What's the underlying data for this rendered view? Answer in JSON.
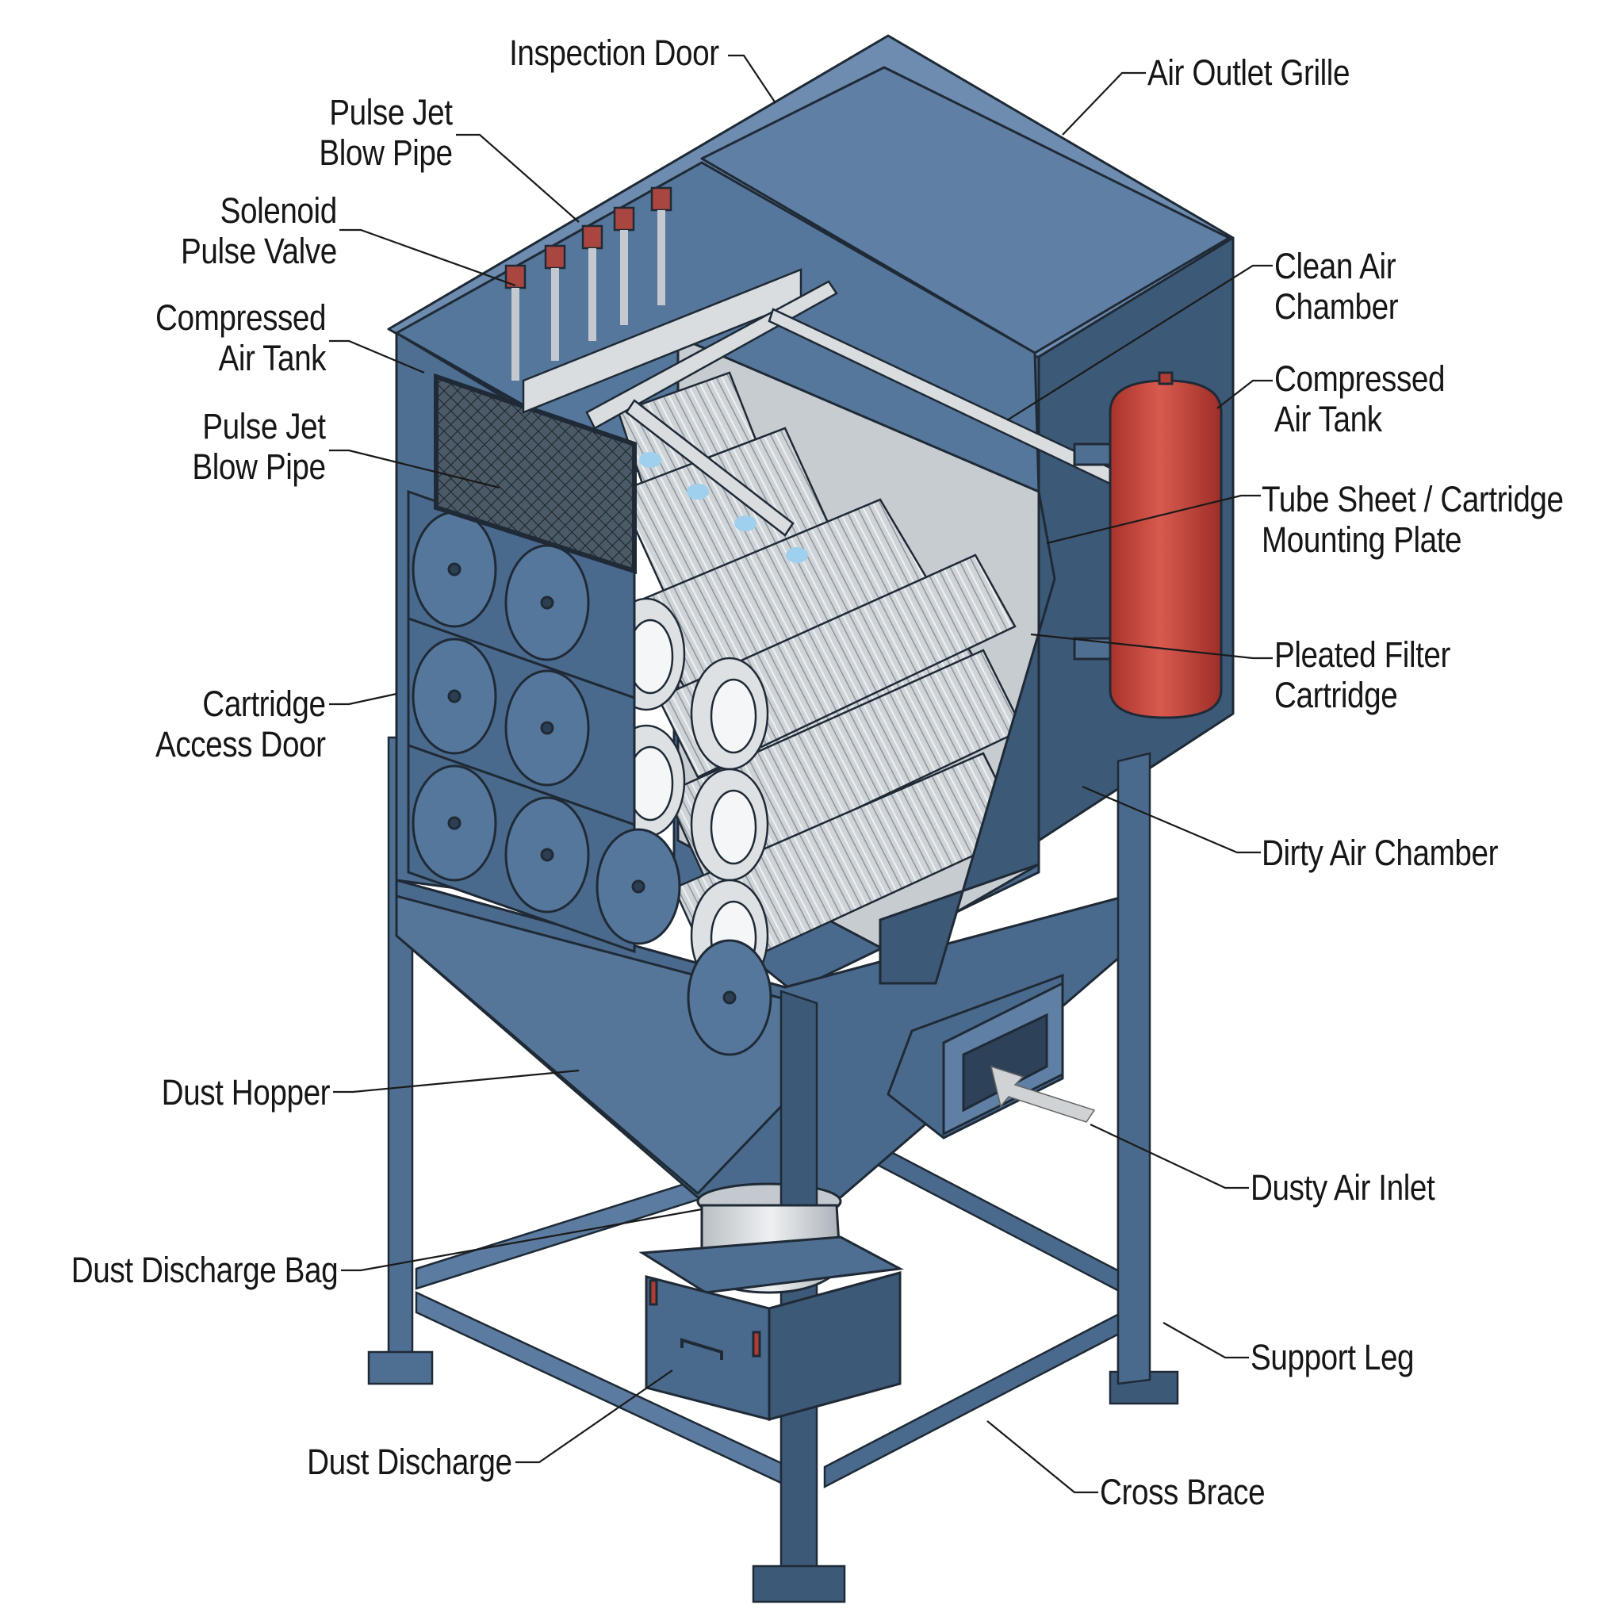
{
  "colors": {
    "housing": "#4f6f92",
    "housing_dark": "#3d5978",
    "housing_light": "#6d8caf",
    "tank": "#c9473d",
    "filter": "#c9ced3",
    "pipe": "#d9dde0",
    "outline": "#1f2a36"
  },
  "labels": {
    "inspection_door": "Inspection Door",
    "air_outlet_grille": "Air Outlet Grille",
    "pulse_jet_blow_pipe_top": "Pulse Jet\nBlow Pipe",
    "solenoid_pulse_valve": "Solenoid\nPulse Valve",
    "compressed_air_tank_left": "Compressed\nAir Tank",
    "pulse_jet_blow_pipe_left": "Pulse Jet\nBlow Pipe",
    "clean_air_chamber": "Clean Air\nChamber",
    "compressed_air_tank_right": "Compressed\nAir Tank",
    "tube_sheet": "Tube Sheet / Cartridge\nMounting Plate",
    "pleated_filter_cartridge": "Pleated Filter\nCartridge",
    "cartridge_access_door": "Cartridge\nAccess Door",
    "dirty_air_chamber": "Dirty Air Chamber",
    "dust_hopper": "Dust Hopper",
    "dusty_air_inlet": "Dusty Air Inlet",
    "dust_discharge_bag": "Dust Discharge Bag",
    "support_leg": "Support Leg",
    "dust_discharge": "Dust Discharge",
    "cross_brace": "Cross Brace"
  }
}
